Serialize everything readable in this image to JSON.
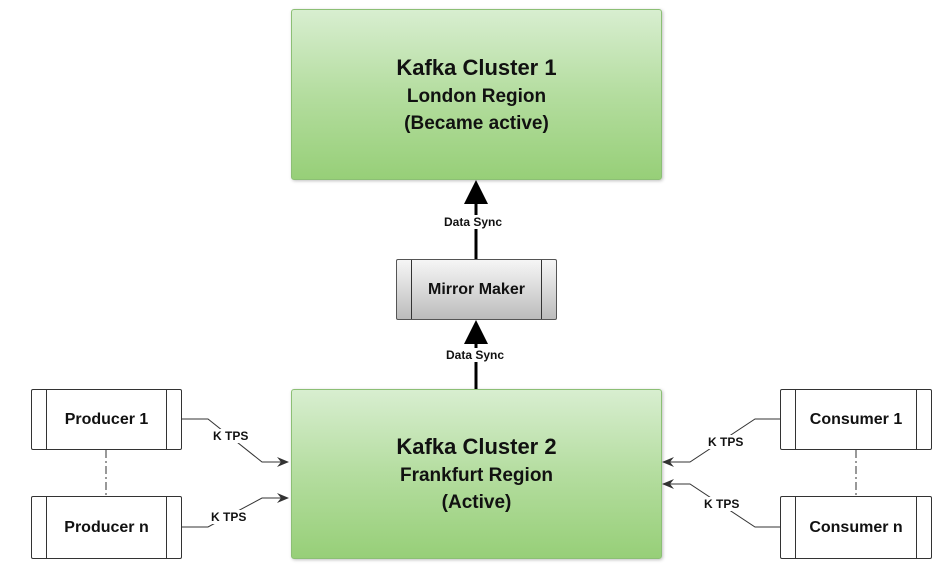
{
  "cluster1": {
    "title": "Kafka Cluster 1",
    "region": "London Region",
    "status": "(Became active)"
  },
  "cluster2": {
    "title": "Kafka Cluster 2",
    "region": "Frankfurt Region",
    "status": "(Active)"
  },
  "mirror_maker": {
    "label": "Mirror Maker"
  },
  "producers": {
    "first": "Producer 1",
    "last": "Producer n"
  },
  "consumers": {
    "first": "Consumer 1",
    "last": "Consumer n"
  },
  "edges": {
    "sync_upper": "Data Sync",
    "sync_lower": "Data Sync",
    "producer1_tps": "K TPS",
    "producern_tps": "K TPS",
    "consumer1_tps": "K TPS",
    "consumern_tps": "K TPS"
  },
  "colors": {
    "cluster_fill": "#b4dd9f",
    "cluster_border": "#8cbf75",
    "mirror_fill": "#d6d6d6"
  }
}
